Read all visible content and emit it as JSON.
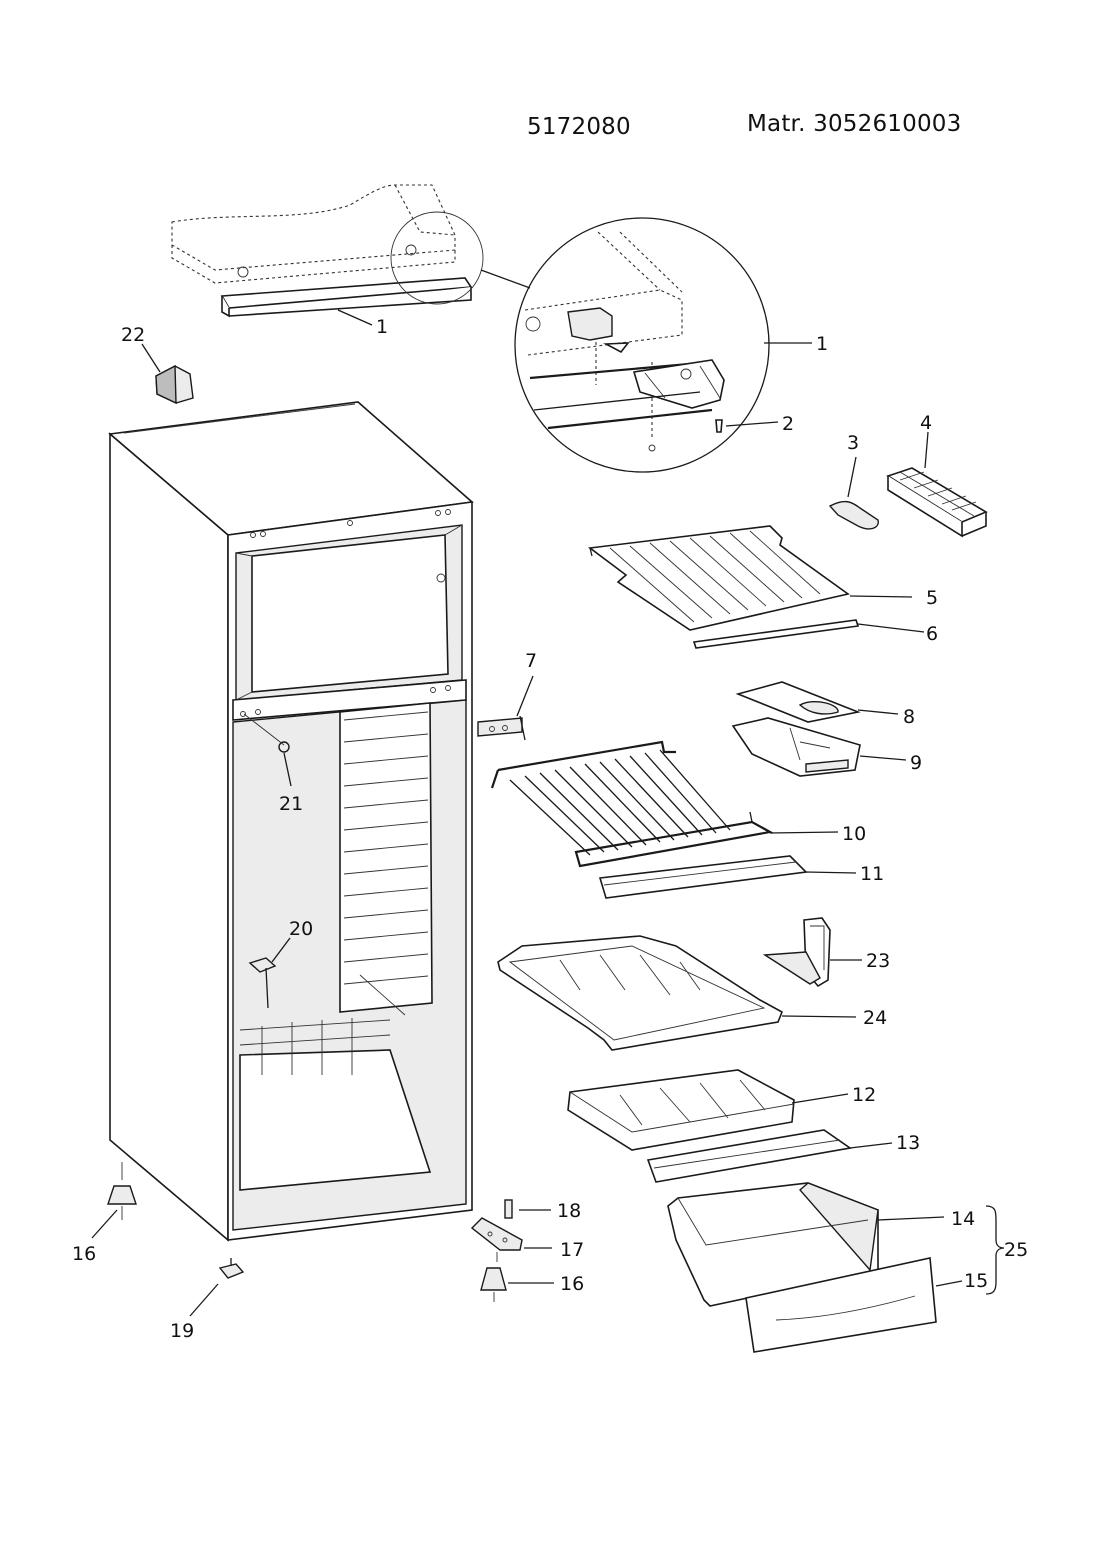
{
  "header": {
    "model_code": "5172080",
    "matr_label": "Matr. 3052610003"
  },
  "callouts": {
    "c1_top": "1",
    "c1_detail": "1",
    "c2": "2",
    "c3": "3",
    "c4": "4",
    "c5": "5",
    "c6": "6",
    "c7": "7",
    "c8": "8",
    "c9": "9",
    "c10": "10",
    "c11": "11",
    "c12": "12",
    "c13": "13",
    "c14": "14",
    "c15": "15",
    "c16_left": "16",
    "c16_right": "16",
    "c17": "17",
    "c18": "18",
    "c19": "19",
    "c20": "20",
    "c21": "21",
    "c22": "22",
    "c23": "23",
    "c24": "24",
    "c25": "25"
  }
}
